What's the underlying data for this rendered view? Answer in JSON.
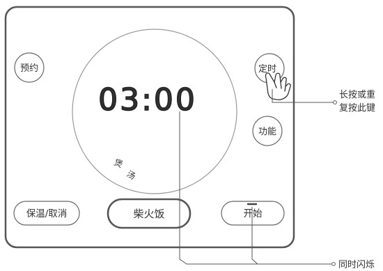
{
  "panel": {
    "buttons": {
      "reserve": "预约",
      "timer": "定时",
      "function": "功能",
      "keep_warm_cancel": "保温/取消",
      "firewood_rice": "柴火饭",
      "start": "开始"
    },
    "display": {
      "time": "03:00",
      "mode_char_1": "煲",
      "mode_char_2": "汤"
    }
  },
  "annotations": {
    "timer_hint_line1": "长按或重",
    "timer_hint_line2": "复按此键",
    "flash_hint": "同时闪烁"
  }
}
